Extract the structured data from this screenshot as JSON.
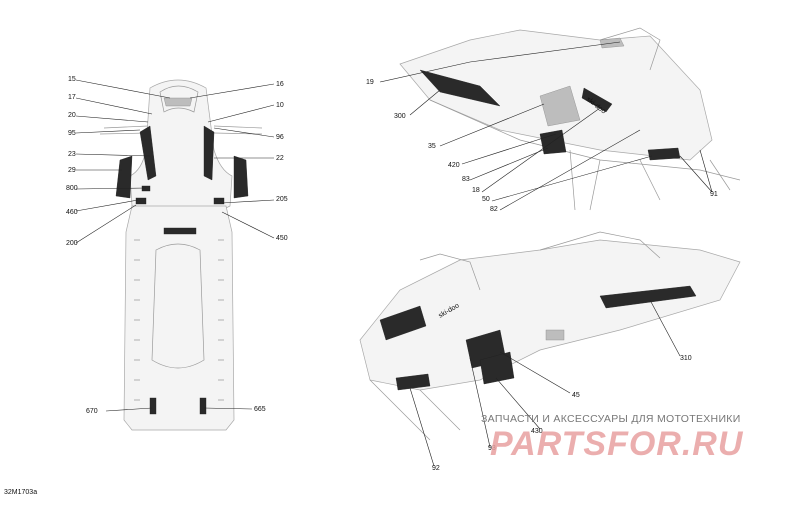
{
  "reference_code": "32M1703a",
  "watermark": {
    "text": "ЗАПЧАСТИ И АКСЕССУАРЫ ДЛЯ МОТОТЕХНИКИ",
    "logo": "PARTSFOR.RU"
  },
  "brand_decal_text": "ski-doo",
  "callouts_top_view": [
    "15",
    "16",
    "17",
    "10",
    "20",
    "95",
    "96",
    "23",
    "22",
    "29",
    "800",
    "460",
    "205",
    "200",
    "450",
    "670",
    "665"
  ],
  "callouts_side_view": [
    "19",
    "300",
    "35",
    "420",
    "83",
    "18",
    "50",
    "82",
    "91"
  ],
  "callouts_front_view": [
    "310",
    "45",
    "430",
    "93",
    "92"
  ]
}
